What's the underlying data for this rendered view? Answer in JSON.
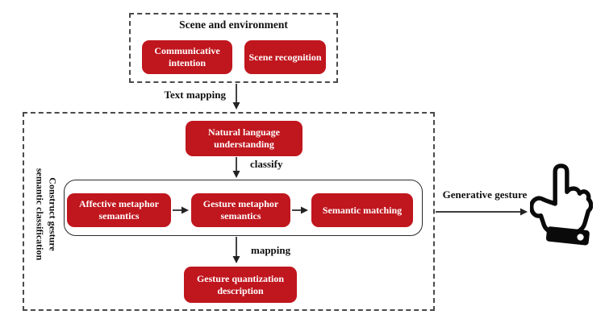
{
  "scene_group": {
    "title": "Scene and environment",
    "communicative_box": "Communicative intention",
    "scene_box": "Scene recognition"
  },
  "flow_labels": {
    "text_mapping": "Text mapping",
    "classify": "classify",
    "mapping": "mapping",
    "generative_gesture": "Generative gesture"
  },
  "construct_group": {
    "side_label_line1": "Construct gesture",
    "side_label_line2": "semantic classification",
    "nlu_box": "Natural language understanding",
    "pipeline_boxes": [
      "Affective metaphor semantics",
      "Gesture metaphor semantics",
      "Semantic matching"
    ],
    "output_box": "Gesture quantization description"
  },
  "icons": {
    "hand": "pointing-up-hand"
  },
  "colors": {
    "box_red": "#C0161E",
    "box_text": "#FFFFFF",
    "line": "#222222",
    "dash_border": "#4A4A4A"
  }
}
